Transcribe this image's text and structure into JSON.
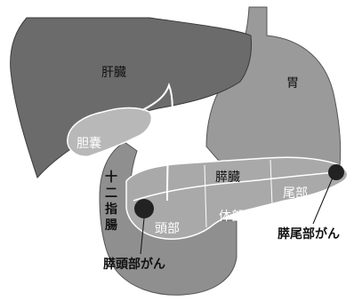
{
  "labels": {
    "liver": "肝臓",
    "stomach": "胃",
    "gallbladder": "胆嚢",
    "duodenum": [
      "十",
      "二",
      "指",
      "腸"
    ],
    "pancreas": "膵臓",
    "head": "頭部",
    "body": "体部",
    "tail": "尾部",
    "tail_cancer": "膵尾部がん",
    "head_cancer": "膵頭部がん"
  },
  "colors": {
    "liver": "#6b6b6b",
    "stomach": "#9a9a9a",
    "duodenum": "#8f8f8f",
    "pancreas": "#a9a9a9",
    "gallbladder": "#b8b8b8",
    "outline": "#ffffff",
    "tumor": "#222222"
  }
}
